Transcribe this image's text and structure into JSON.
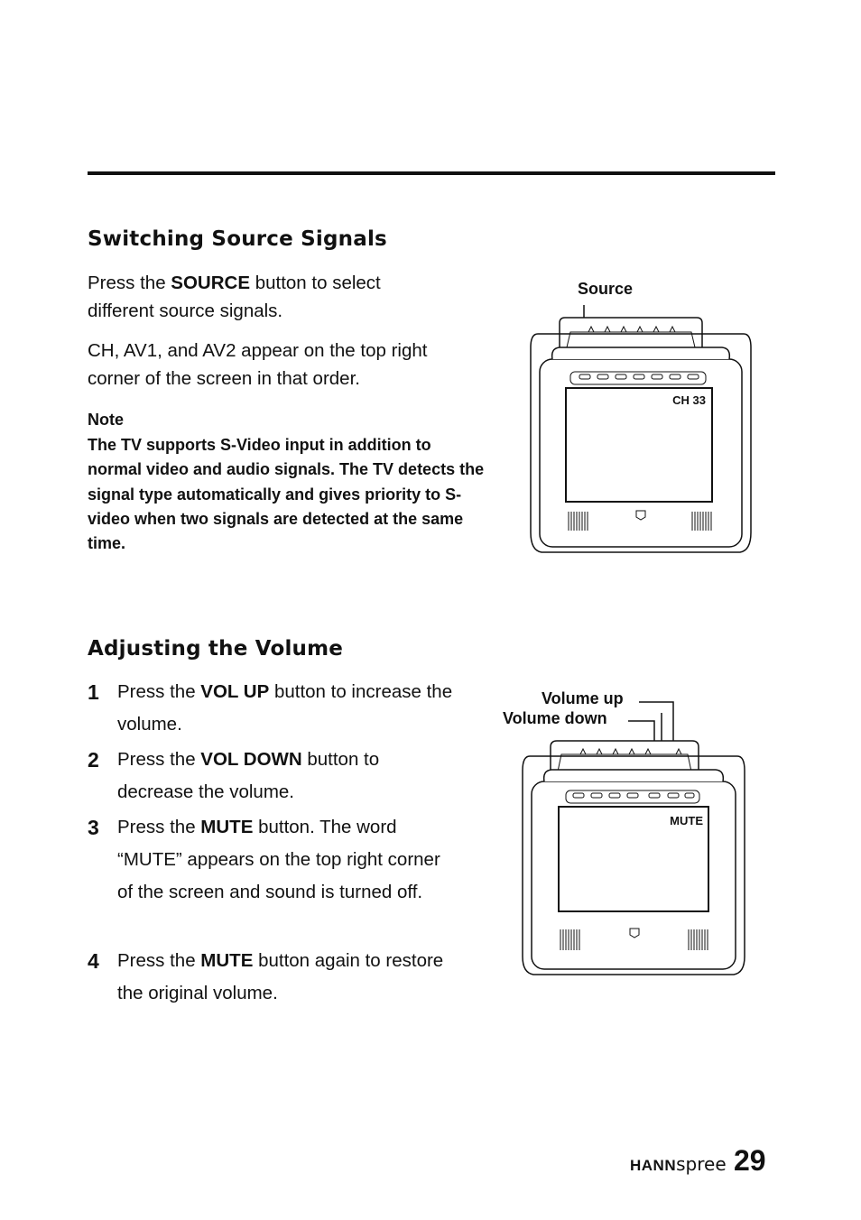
{
  "section1": {
    "heading": "Switching Source Signals",
    "para1": {
      "a": "Press the ",
      "b": "SOURCE",
      "c": " button to select different source signals."
    },
    "para2": "CH, AV1, and AV2 appear on the top right corner of the screen in that order.",
    "note_title": "Note",
    "note_body": "The TV supports S-Video input in addition to normal video and audio signals. The TV detects the signal type automatically and gives priority to S-video when two signals are detected at the same time."
  },
  "figure1": {
    "callout": "Source",
    "screen_text": "CH 33"
  },
  "section2": {
    "heading": "Adjusting the Volume",
    "steps": [
      {
        "num": "1",
        "a": "Press the ",
        "b": "VOL UP",
        "c": " button to increase the volume."
      },
      {
        "num": "2",
        "a": "Press the ",
        "b": "VOL DOWN",
        "c": " button to decrease the volume."
      },
      {
        "num": "3",
        "a": "Press the ",
        "b": "MUTE",
        "c": " button. The word “MUTE” appears on the top right corner of the screen and sound is turned off."
      },
      {
        "num": "4",
        "a": "Press the ",
        "b": "MUTE",
        "c": " button again to restore the original volume."
      }
    ]
  },
  "figure2": {
    "callout_up": "Volume up",
    "callout_down": "Volume down",
    "screen_text": "MUTE"
  },
  "footer": {
    "brand_bold": "HANN",
    "brand_light": "spree",
    "page_number": "29"
  }
}
